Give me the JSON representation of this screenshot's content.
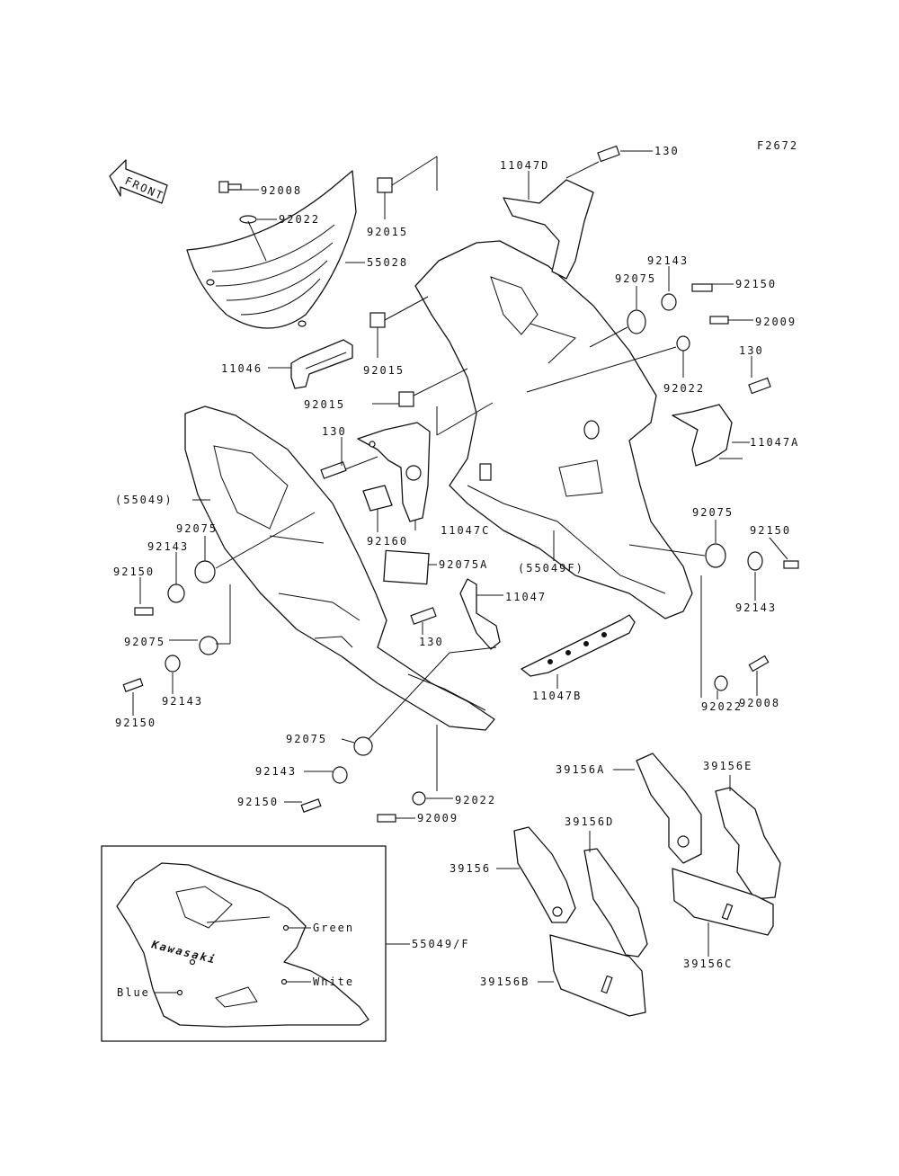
{
  "figure_code": "F2672",
  "front_arrow": "FRONT",
  "part_labels": {
    "p130_top": "130",
    "p11047D": "11047D",
    "p92008_top": "92008",
    "p92022_top": "92022",
    "p92015_a": "92015",
    "p55028": "55028",
    "p92015_b": "92015",
    "p92015_c": "92015",
    "p11046": "11046",
    "p92143_r": "92143",
    "p92150_r": "92150",
    "p92075_r": "92075",
    "p92009_r": "92009",
    "p92022_r": "92022",
    "p130_r": "130",
    "p11047A": "11047A",
    "p130_mid": "130",
    "p55049": "(55049)",
    "p11047C": "11047C",
    "p92160": "92160",
    "p92075_l": "92075",
    "p92143_l": "92143",
    "p92150_l": "92150",
    "p92075A": "92075A",
    "p55049F": "(55049F)",
    "p92075_r2": "92075",
    "p92150_r2": "92150",
    "p92143_r2": "92143",
    "p11047": "11047",
    "p130_low": "130",
    "p92075_l2": "92075",
    "p92143_l2": "92143",
    "p92150_l2": "92150",
    "p11047B": "11047B",
    "p92008_r": "92008",
    "p92022_r2": "92022",
    "p92075_b": "92075",
    "p92143_b": "92143",
    "p92150_b": "92150",
    "p92022_b": "92022",
    "p92009_b": "92009",
    "p39156A": "39156A",
    "p39156E": "39156E",
    "p39156D": "39156D",
    "p39156": "39156",
    "p39156B": "39156B",
    "p39156C": "39156C",
    "p55049_F": "55049/F"
  },
  "inset": {
    "brand": "Kawasaki",
    "color_green": "Green",
    "color_white": "White",
    "color_blue": "Blue"
  }
}
